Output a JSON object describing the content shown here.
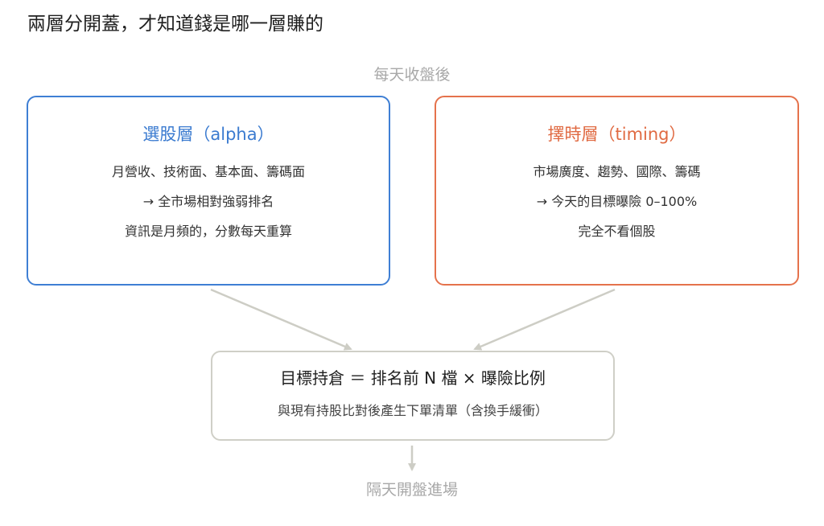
{
  "diagram": {
    "title": "兩層分開蓋，才知道錢是哪一層賺的",
    "trigger": "每天收盤後",
    "alpha_box": {
      "title": "選股層（alpha）",
      "lines": [
        "月營收、技術面、基本面、籌碼面",
        "→ 全市場相對強弱排名",
        "資訊是月頻的，分數每天重算"
      ],
      "color": "#3f7fd4"
    },
    "timing_box": {
      "title": "擇時層（timing）",
      "lines": [
        "市場廣度、趨勢、國際、籌碼",
        "→ 今天的目標曝險 0–100%",
        "完全不看個股"
      ],
      "color": "#e5724c"
    },
    "result_box": {
      "formula": "目標持倉 ＝ 排名前 N 檔 × 曝險比例",
      "description": "與現有持股比對後產生下單清單（含換手緩衝）"
    },
    "final": "隔天開盤進場"
  }
}
